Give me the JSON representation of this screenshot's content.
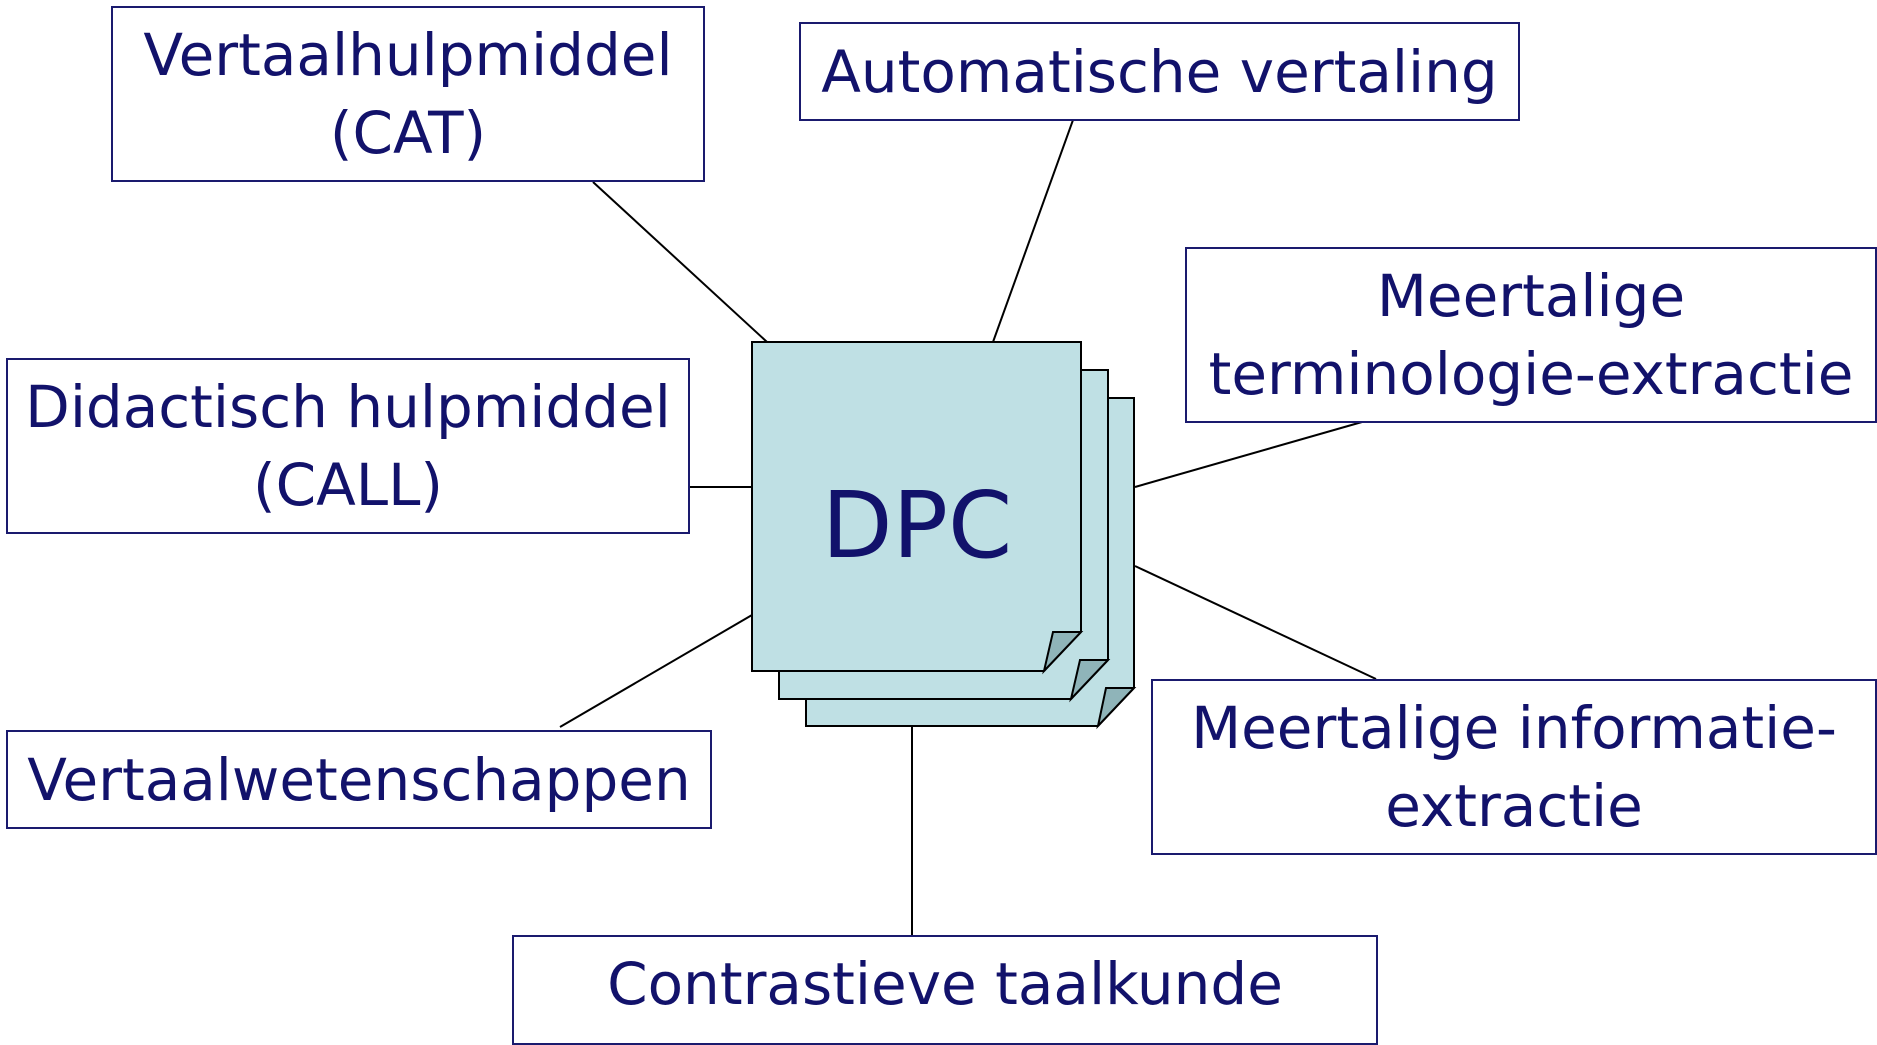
{
  "center": {
    "label": "DPC",
    "fill_color": "#bfe0e4",
    "stroke_color": "#000000"
  },
  "nodes": [
    {
      "id": "cat",
      "lines": [
        "Vertaalhulpmiddel",
        "(CAT)"
      ]
    },
    {
      "id": "mt",
      "lines": [
        "Automatische vertaling"
      ]
    },
    {
      "id": "term",
      "lines": [
        "Meertalige",
        "terminologie-extractie"
      ]
    },
    {
      "id": "call",
      "lines": [
        "Didactisch hulpmiddel",
        "(CALL)"
      ]
    },
    {
      "id": "trans",
      "lines": [
        "Vertaalwetenschappen"
      ]
    },
    {
      "id": "info",
      "lines": [
        "Meertalige informatie-",
        "extractie"
      ]
    },
    {
      "id": "contrast",
      "lines": [
        "Contrastieve taalkunde"
      ]
    }
  ],
  "colors": {
    "text": "#12126b",
    "box_border": "#1a1a6e",
    "connector": "#000000"
  }
}
